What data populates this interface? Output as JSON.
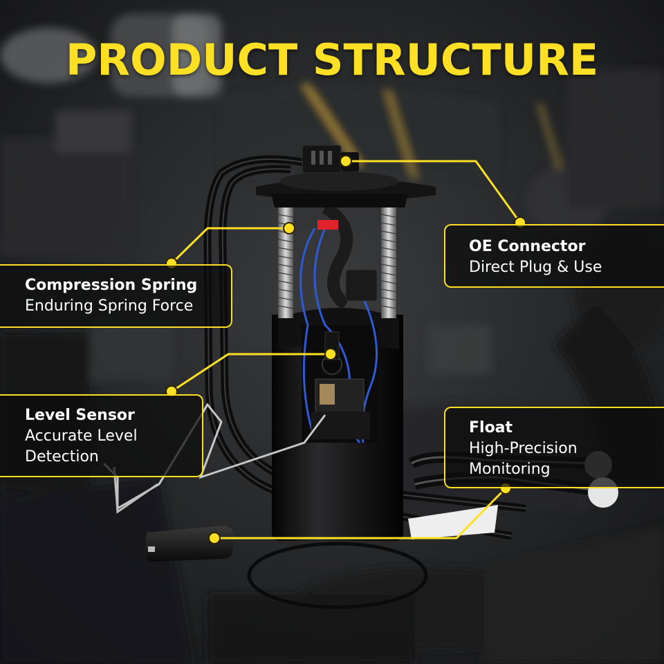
{
  "title": "PRODUCT STRUCTURE",
  "accent_color": "#fde023",
  "callouts": {
    "oe_connector": {
      "title": "OE Connector",
      "desc": "Direct Plug & Use"
    },
    "compression_spring": {
      "title": "Compression Spring",
      "desc": "Enduring Spring Force"
    },
    "level_sensor": {
      "title": "Level Sensor",
      "desc_line1": "Accurate Level",
      "desc_line2": "Detection"
    },
    "float": {
      "title": "Float",
      "desc_line1": "High-Precision",
      "desc_line2": "Monitoring"
    }
  },
  "icons": [
    "fuel-pump-module-illustration",
    "engine-bay-background"
  ]
}
